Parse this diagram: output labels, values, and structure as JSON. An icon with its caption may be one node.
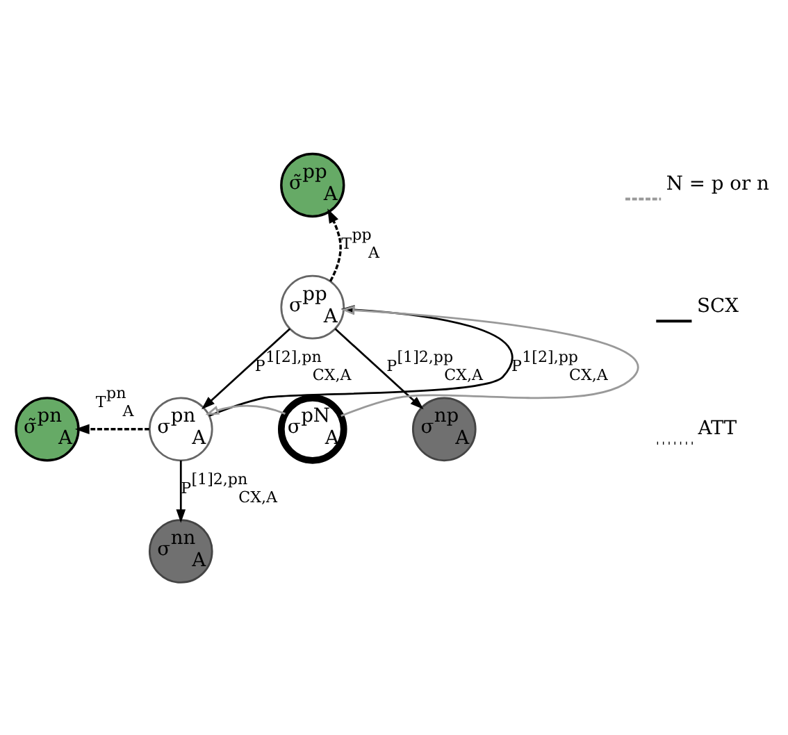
{
  "diagram": {
    "nodes": [
      {
        "text": [
          "σ̃$^{pp}$$_{A}$"
        ]
      },
      {
        "text": [
          "σ$^{pp}$$_{A}$"
        ]
      },
      {
        "text": [
          "σ$^{pn}$$_{A}$"
        ]
      },
      {
        "text": [
          "σ$^{pN}$$_{A}$"
        ]
      },
      {
        "text": [
          "σ$^{np}$$_{A}$"
        ]
      },
      {
        "text": [
          "σ̃$^{pn}$$_{A}$"
        ]
      },
      {
        "text": [
          "σ$^{nn}$$_{A}$"
        ]
      }
    ],
    "edges": [
      {
        "from": 1,
        "to": 0,
        "arrow": "to",
        "style": "dashed",
        "label": "T$^{pp}$$_{A}$"
      },
      {
        "from": 3,
        "to": 1,
        "arrow": "to",
        "color": "#999999"
      },
      {
        "from": 3,
        "to": 2,
        "arrow": "to",
        "color": "#999999"
      },
      {
        "from": 2,
        "to": 5,
        "arrow": "to",
        "style": "dashed",
        "label": "T$^{pn}$$_{A}$"
      },
      {
        "from": 2,
        "to": 1,
        "arrow": "to",
        "label": "P$^{1[2],pp}$$_{CX,A}$"
      },
      {
        "from": 1,
        "to": 2,
        "arrow": "to",
        "label": "P$^{1[2],pn}$$_{CX,A}$"
      },
      {
        "from": 1,
        "to": 4,
        "arrow": "to",
        "label": "P$^{[1]2,pp}$$_{CX,A}$"
      },
      {
        "from": 2,
        "to": 6,
        "arrow": "to",
        "label": "P$^{[1]2,pn}$$_{CX,A}$"
      }
    ],
    "legend": [
      {
        "text": "N = p or n"
      },
      {
        "text": "SCX"
      },
      {
        "text": "ATT"
      }
    ]
  }
}
